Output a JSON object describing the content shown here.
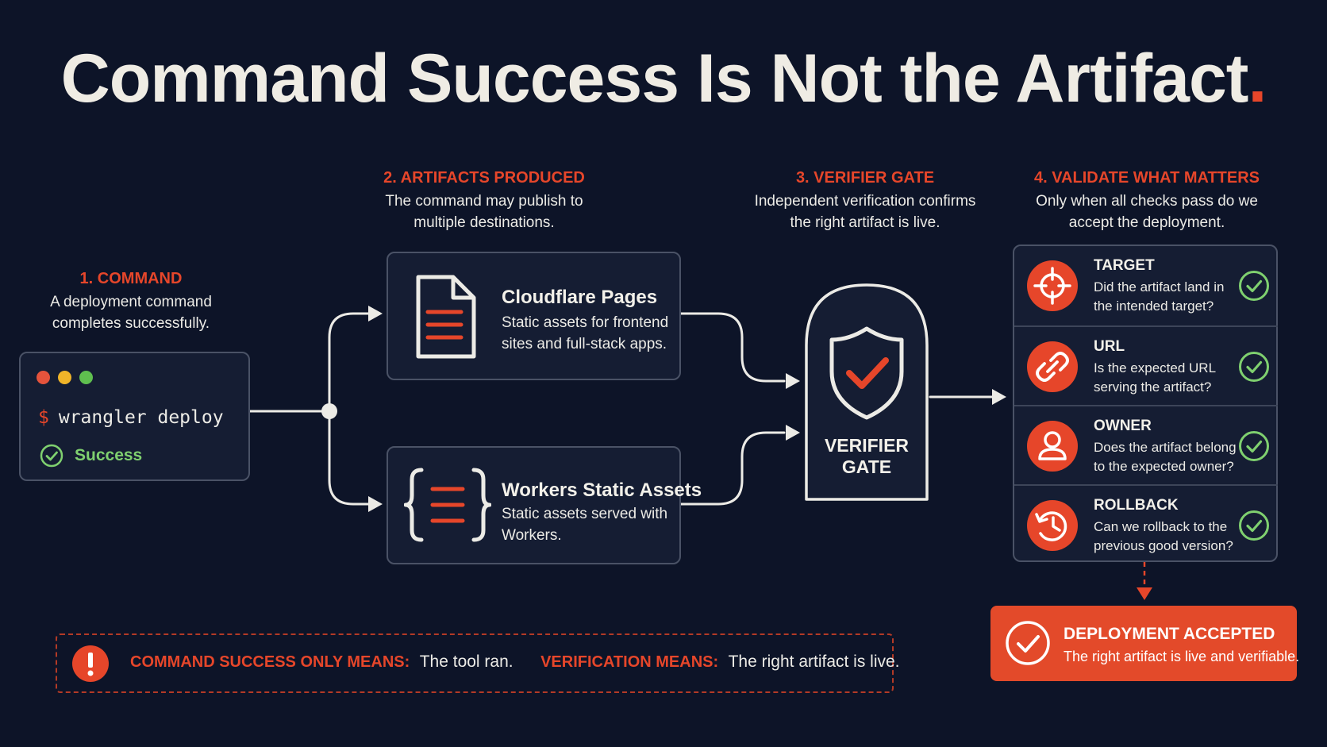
{
  "title": {
    "main": "Command Success Is Not the Artifact",
    "accent": "."
  },
  "step1": {
    "title": "1. COMMAND",
    "desc_line1": "A deployment command",
    "desc_line2": "completes successfully."
  },
  "terminal": {
    "prompt": "$",
    "command": "wrangler deploy",
    "status": "Success",
    "dot_colors": [
      "#e5533c",
      "#f0b429",
      "#5fbf4f"
    ]
  },
  "step2": {
    "title": "2. ARTIFACTS PRODUCED",
    "desc_line1": "The command may publish to",
    "desc_line2": "multiple destinations."
  },
  "artifacts": [
    {
      "title": "Cloudflare Pages",
      "desc_line1": "Static assets for frontend",
      "desc_line2": "sites and full-stack apps.",
      "icon": "document-icon"
    },
    {
      "title": "Workers Static Assets",
      "desc_line1": "Static assets served with",
      "desc_line2": "Workers.",
      "icon": "code-braces-icon"
    }
  ],
  "step3": {
    "title": "3. VERIFIER GATE",
    "desc_line1": "Independent verification confirms",
    "desc_line2": "the right artifact is live."
  },
  "gate": {
    "line1": "VERIFIER",
    "line2": "GATE"
  },
  "step4": {
    "title": "4. VALIDATE WHAT MATTERS",
    "desc_line1": "Only when all checks pass do we",
    "desc_line2": "accept the deployment."
  },
  "checks": [
    {
      "title": "TARGET",
      "q1": "Did the artifact land in",
      "q2": "the intended target?",
      "icon": "crosshair-icon"
    },
    {
      "title": "URL",
      "q1": "Is the expected URL",
      "q2": "serving the artifact?",
      "icon": "link-icon"
    },
    {
      "title": "OWNER",
      "q1": "Does the artifact belong",
      "q2": "to the expected owner?",
      "icon": "user-icon"
    },
    {
      "title": "ROLLBACK",
      "q1": "Can we rollback to the",
      "q2": "previous good version?",
      "icon": "history-icon"
    }
  ],
  "accepted": {
    "title": "DEPLOYMENT ACCEPTED",
    "subtitle": "The right artifact is live and verifiable."
  },
  "footer": {
    "label1": "COMMAND SUCCESS ONLY MEANS:",
    "text1": "The tool ran.",
    "label2": "VERIFICATION MEANS:",
    "text2": "The right artifact is live."
  },
  "colors": {
    "background": "#0d1428",
    "accent": "#e6462a",
    "success": "#7fd06f",
    "border": "#4a5266"
  }
}
